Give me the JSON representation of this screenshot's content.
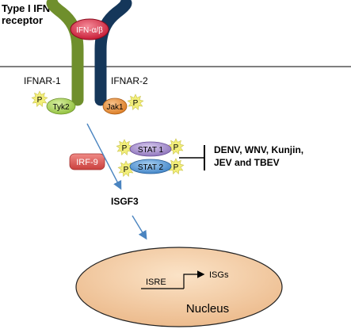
{
  "receptor": {
    "title_line1": "Type I IFN",
    "title_line2": "receptor",
    "ligand": "IFN-α/β",
    "subunit1": "IFNAR-1",
    "subunit2": "IFNAR-2"
  },
  "kinases": {
    "tyk2": "Tyk2",
    "jak1": "Jak1"
  },
  "phospho_label": "P",
  "complex": {
    "irf9": "IRF-9",
    "stat1": "STAT 1",
    "stat2": "STAT 2",
    "name": "ISGF3"
  },
  "inhibitors": {
    "line1": "DENV, WNV, Kunjin,",
    "line2": "JEV and TBEV"
  },
  "nucleus": {
    "label": "Nucleus",
    "promoter": "ISRE",
    "genes": "ISGs"
  },
  "colors": {
    "ifnar1": "#6f8f2c",
    "ifnar2": "#15375a",
    "ligand": "#d61f3d",
    "tyk2": "#a7cf59",
    "jak1": "#e9903a",
    "stat1": "#9c84c4",
    "stat2": "#4b8fd0",
    "irf9": "#dd5b57",
    "phospho": "#f2ee7a",
    "nucleus": "#f1c79d",
    "arrow": "#4a84c0"
  }
}
